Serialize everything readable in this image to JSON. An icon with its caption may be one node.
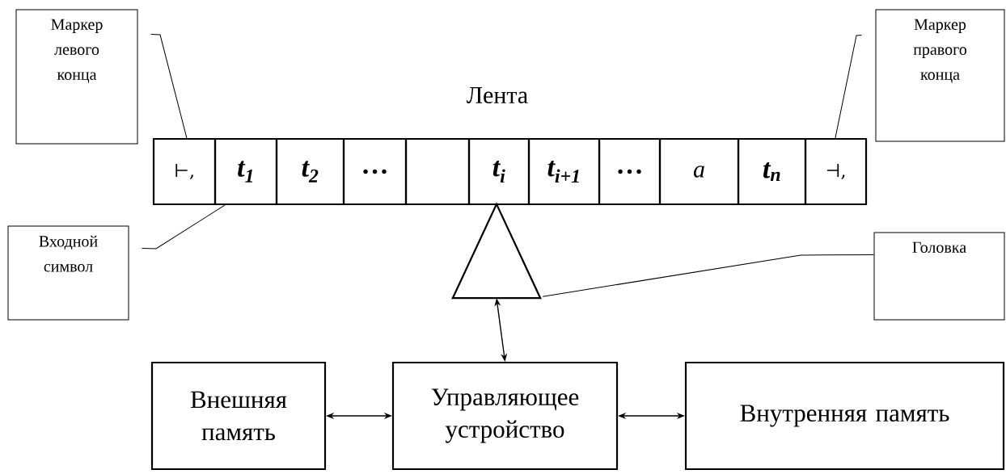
{
  "diagram": {
    "nodes": [
      {
        "text": [
          "Маркер левого конца"
        ]
      },
      {
        "text": [
          "Маркер правого конца"
        ]
      },
      {
        "text": [
          "⊢,"
        ]
      },
      {
        "text": [
          "t$_{1}$"
        ]
      },
      {
        "text": [
          "t$_{2}$"
        ]
      },
      {
        "text": [
          "…"
        ]
      },
      {
        "text": [],
        "shape": "box"
      },
      {
        "text": [
          "t$_{i}$"
        ]
      },
      {
        "text": [
          "t$_{i+1}$"
        ]
      },
      {
        "text": [
          "…"
        ]
      },
      {
        "text": [
          "a"
        ]
      },
      {
        "text": [
          "t$_{n}$"
        ]
      },
      {
        "text": [
          "⊣,"
        ]
      },
      {
        "text": [
          "Входной символ"
        ]
      },
      {
        "text": [
          "Головка"
        ]
      },
      {
        "text": [],
        "shape": "triangle"
      },
      {
        "text": [
          "Внешняя память"
        ]
      },
      {
        "text": [
          "Управляющее устройство"
        ]
      },
      {
        "text": [
          "Внутренняя память"
        ]
      }
    ],
    "edges": [
      {
        "from": 0,
        "to": 2,
        "arrow": "none"
      },
      {
        "from": 1,
        "to": 12,
        "arrow": "none"
      },
      {
        "from": 13,
        "to": 3,
        "arrow": "none"
      },
      {
        "from": 14,
        "to": 15,
        "arrow": "none"
      },
      {
        "from": 15,
        "to": 17,
        "arrow": "both"
      },
      {
        "from": 16,
        "to": 17,
        "arrow": "both"
      },
      {
        "from": 17,
        "to": 18,
        "arrow": "both"
      }
    ],
    "labels": [
      "Лента"
    ]
  }
}
